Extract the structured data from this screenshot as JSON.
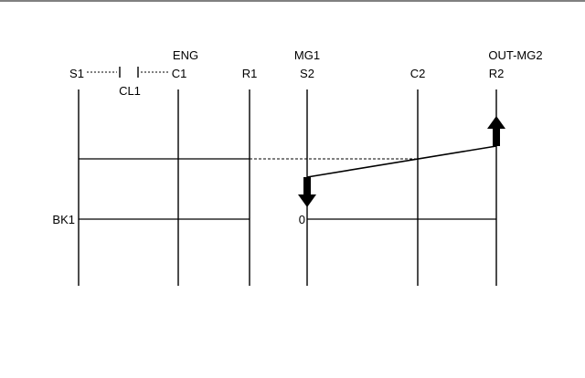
{
  "axes": {
    "s1": "S1",
    "cl1": "CL1",
    "c1": "C1",
    "eng": "ENG",
    "r1": "R1",
    "mg1": "MG1",
    "s2": "S2",
    "c2": "C2",
    "out_mg2": "OUT-MG2",
    "r2": "R2"
  },
  "levels": {
    "bk1": "BK1",
    "zero": "0"
  },
  "colors": {
    "ink": "#000000",
    "background": "#ffffff"
  },
  "icons": {
    "up_arrow": "up-arrow",
    "down_arrow": "down-arrow",
    "clutch": "clutch-symbol"
  }
}
